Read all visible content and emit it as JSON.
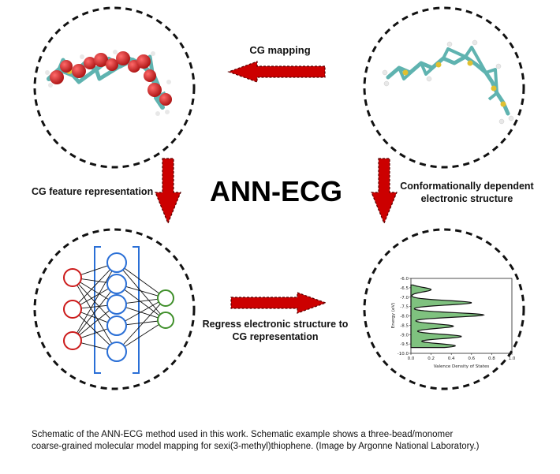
{
  "title": "ANN-ECG",
  "labels": {
    "cg_mapping": "CG mapping",
    "cg_feature": "CG feature representation",
    "conf_line1": "Conformationally dependent",
    "conf_line2": "electronic structure",
    "regress_line1": "Regress electronic structure to",
    "regress_line2": "CG representation"
  },
  "caption": {
    "line1": "Schematic of the ANN-ECG method used in this work. Schematic example shows a three-bead/monomer",
    "line2": "coarse-grained molecular model mapping for sexi(3-methyl)thiophene. (Image by Argonne National Laboratory.)"
  },
  "colors": {
    "arrow_fill": "#cc0000",
    "input_node": "#cc1a1a",
    "hidden_node": "#2a6fd6",
    "output_node": "#3f8f2a",
    "dos_fill": "#7fc27f",
    "molecule_carbon": "#5fb3b0",
    "molecule_sulfur": "#e0c030",
    "molecule_bead": "#cc2222"
  },
  "chart_data": {
    "type": "area",
    "title": "",
    "xlabel": "Valence Density of States",
    "ylabel": "Energy (eV)",
    "xlim": [
      0.0,
      1.0
    ],
    "ylim": [
      -10.0,
      -6.0
    ],
    "x_ticks": [
      "0.0",
      "0.2",
      "0.4",
      "0.6",
      "0.8",
      "1.0"
    ],
    "y_ticks": [
      "-6.0",
      "-6.5",
      "-7.0",
      "-7.5",
      "-8.0",
      "-8.5",
      "-9.0",
      "-9.5",
      "-10.0"
    ],
    "peaks": [
      {
        "energy": -6.6,
        "density": 0.2
      },
      {
        "energy": -7.3,
        "density": 0.6
      },
      {
        "energy": -7.95,
        "density": 0.72
      },
      {
        "energy": -8.55,
        "density": 0.42
      },
      {
        "energy": -9.1,
        "density": 0.5
      },
      {
        "energy": -9.6,
        "density": 0.44
      }
    ],
    "grid": false
  }
}
